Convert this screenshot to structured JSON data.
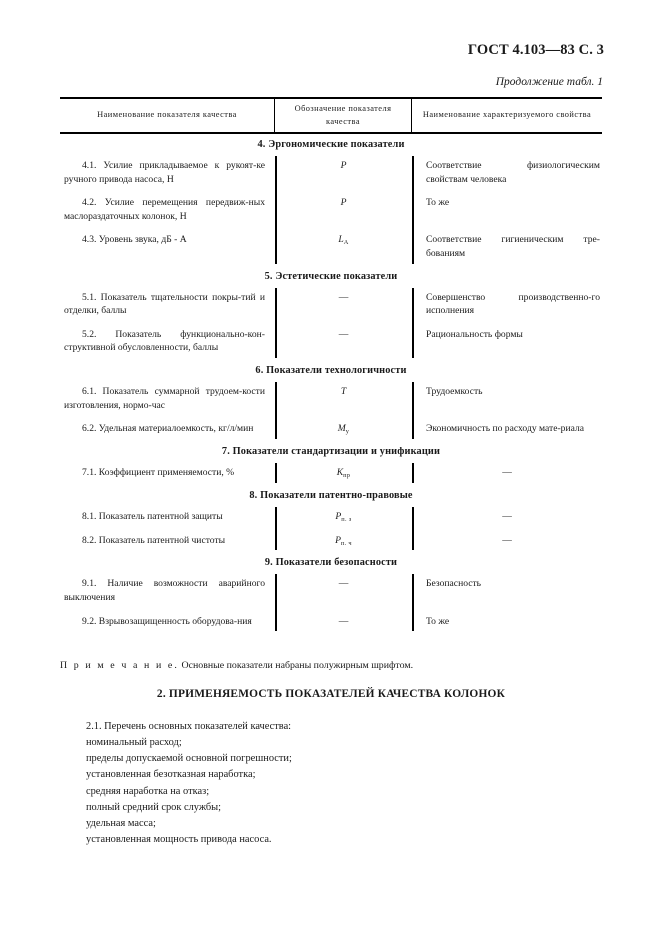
{
  "header": {
    "standard_ref": "ГОСТ 4.103—83 С. 3",
    "table_continued": "Продолжение табл. 1"
  },
  "table": {
    "columns": [
      "Наименование показателя качества",
      "Обозначение показателя качества",
      "Наименование характеризуемого свойства"
    ],
    "sections": [
      {
        "title": "4.  Эргономические показатели",
        "rows": [
          {
            "name": "4.1.  Усилие прикладываемое к рукоят-ке ручного привода насоса, Н",
            "symbol": "P",
            "property": "Соответствие  физиологическим свойствам человека"
          },
          {
            "name": "4.2.  Усилие перемещения передвиж-ных маслораздаточных колонок, Н",
            "symbol": "P",
            "property": "То же"
          },
          {
            "name": "4.3.  Уровень звука, дБ - А",
            "symbol": "L_A",
            "property": "Соответствие гигиеническим тре-бованиям"
          }
        ]
      },
      {
        "title": "5.  Эстетические показатели",
        "rows": [
          {
            "name": "5.1.  Показатель тщательности покры-тий и отделки, баллы",
            "symbol": "—",
            "property": "Совершенство производственно-го исполнения"
          },
          {
            "name": "5.2.  Показатель функционально-кон-структивной обусловленности, баллы",
            "symbol": "—",
            "property": "Рациональность формы"
          }
        ]
      },
      {
        "title": "6.  Показатели технологичности",
        "rows": [
          {
            "name": "6.1.  Показатель суммарной трудоем-кости изготовления, нормо-час",
            "symbol": "T",
            "property": "Трудоемкость"
          },
          {
            "name": "6.2.  Удельная  материалоемкость, кг/л/мин",
            "symbol": "M_у",
            "property": "Экономичность по расходу мате-риала"
          }
        ]
      },
      {
        "title": "7.  Показатели стандартизации и унификации",
        "rows": [
          {
            "name": "7.1.  Коэффициент применяемости, %",
            "symbol": "K_пр",
            "property": "—"
          }
        ]
      },
      {
        "title": "8.  Показатели патентно-правовые",
        "rows": [
          {
            "name": "8.1.  Показатель патентной защиты",
            "symbol": "P_п. з",
            "property": "—"
          },
          {
            "name": "8.2.  Показатель патентной чистоты",
            "symbol": "P_п. ч",
            "property": "—"
          }
        ]
      },
      {
        "title": "9.  Показатели безопасности",
        "rows": [
          {
            "name": "9.1.  Наличие возможности аварийного выключения",
            "symbol": "—",
            "property": "Безопасность"
          },
          {
            "name": "9.2.  Взрывозащищенность оборудова-ния",
            "symbol": "—",
            "property": "То же"
          }
        ]
      }
    ]
  },
  "note": {
    "label": "П р и м е ч а н и е.",
    "text": " Основные показатели набраны полужирным шрифтом."
  },
  "chapter": {
    "title": "2.  ПРИМЕНЯЕМОСТЬ ПОКАЗАТЕЛЕЙ КАЧЕСТВА КОЛОНОК",
    "lead": "2.1.  Перечень основных показателей качества:",
    "items": [
      "номинальный расход;",
      "пределы допускаемой основной погрешности;",
      "установленная безотказная наработка;",
      "средняя наработка на отказ;",
      "полный средний срок службы;",
      "удельная масса;",
      "установленная мощность привода насоса."
    ]
  }
}
